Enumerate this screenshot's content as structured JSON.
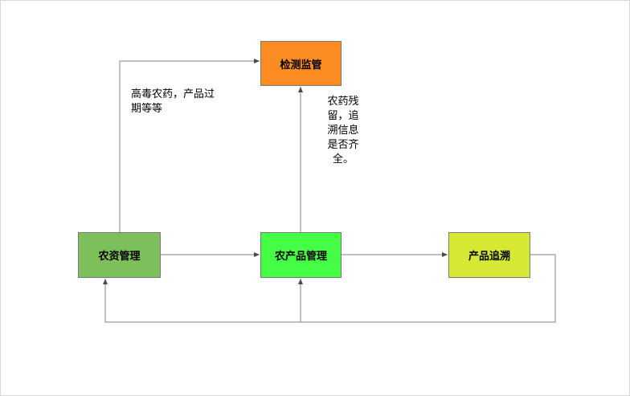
{
  "diagram": {
    "title": "agriculture-supervision-flowchart",
    "line_color": "#808080",
    "arrow_color": "#4a4a4a",
    "border_color": "#7a7a7a",
    "background_color": "#ffffff",
    "nodes": {
      "detection": {
        "label": "检测监管",
        "color": "#fb8c21"
      },
      "materials": {
        "label": "农资管理",
        "color": "#7cbf5b"
      },
      "products": {
        "label": "农产品管理",
        "color": "#44fd44"
      },
      "trace": {
        "label": "产品追溯",
        "color": "#d6e833"
      }
    },
    "annotations": {
      "left_note": "高毒农药，产品过\n期等等",
      "center_note": "农药残\n留，追\n溯信息\n是否齐\n全。"
    },
    "edges": [
      {
        "from": "materials",
        "to": "detection"
      },
      {
        "from": "products",
        "to": "detection"
      },
      {
        "from": "materials",
        "to": "products"
      },
      {
        "from": "products",
        "to": "trace"
      },
      {
        "from": "trace",
        "to": "materials"
      },
      {
        "from": "trace",
        "to": "products"
      }
    ]
  }
}
